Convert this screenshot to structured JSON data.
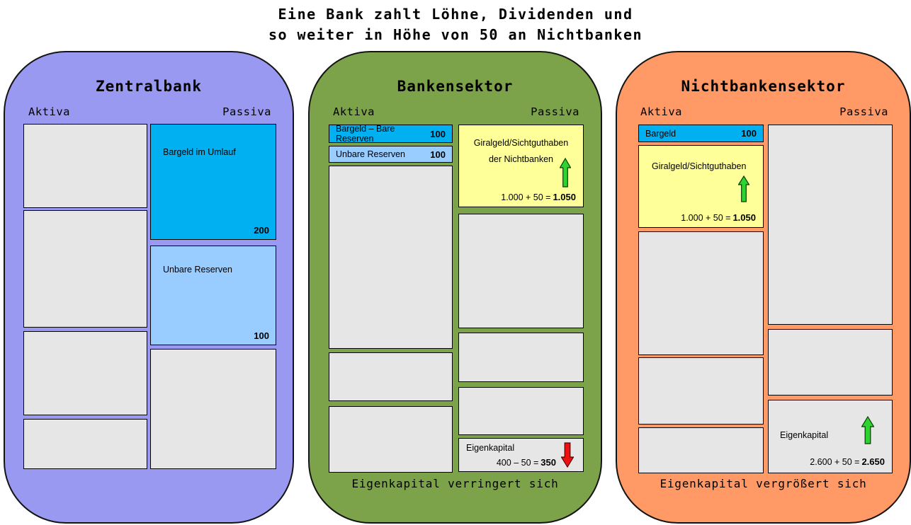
{
  "title": {
    "line1": "Eine Bank zahlt Löhne, Dividenden und",
    "line2": "so weiter in Höhe von 50 an Nichtbanken"
  },
  "colors": {
    "zentralbank_panel": "#9999F2",
    "bankensektor_panel": "#7CA34A",
    "nichtbankensektor_panel": "#FF9966",
    "cash_box": "#00B0F0",
    "reserves_box": "#99CCFF",
    "giralgeld_box": "#FFFF99",
    "empty_box": "#E6E6E6",
    "increase_arrow": "#2FD32F",
    "decrease_arrow": "#EE1111"
  },
  "icons": {
    "increase": "green-up-block-arrow",
    "decrease": "red-down-block-arrow"
  },
  "zentralbank": {
    "title": "Zentralbank",
    "aktiva": "Aktiva",
    "passiva": "Passiva",
    "bargeld_im_umlauf": {
      "label": "Bargeld im Umlauf",
      "value": "200"
    },
    "unbare_reserven": {
      "label": "Unbare Reserven",
      "value": "100"
    }
  },
  "bankensektor": {
    "title": "Bankensektor",
    "aktiva": "Aktiva",
    "passiva": "Passiva",
    "bargeld_bare_reserven": {
      "label": "Bargeld – Bare Reserven",
      "value": "100"
    },
    "unbare_reserven": {
      "label": "Unbare Reserven",
      "value": "100"
    },
    "giralgeld": {
      "line1": "Giralgeld/Sichtguthaben",
      "line2": "der Nichtbanken",
      "calc": "1.000 + 50 =",
      "result": "1.050"
    },
    "eigenkapital": {
      "label": "Eigenkapital",
      "calc": "400 – 50 =",
      "result": "350"
    },
    "caption": "Eigenkapital verringert sich"
  },
  "nichtbankensektor": {
    "title": "Nichtbankensektor",
    "aktiva": "Aktiva",
    "passiva": "Passiva",
    "bargeld": {
      "label": "Bargeld",
      "value": "100"
    },
    "giralgeld": {
      "label": "Giralgeld/Sichtguthaben",
      "calc": "1.000 + 50 =",
      "result": "1.050"
    },
    "eigenkapital": {
      "label": "Eigenkapital",
      "calc": "2.600 + 50 =",
      "result": "2.650"
    },
    "caption": "Eigenkapital vergrößert sich"
  }
}
